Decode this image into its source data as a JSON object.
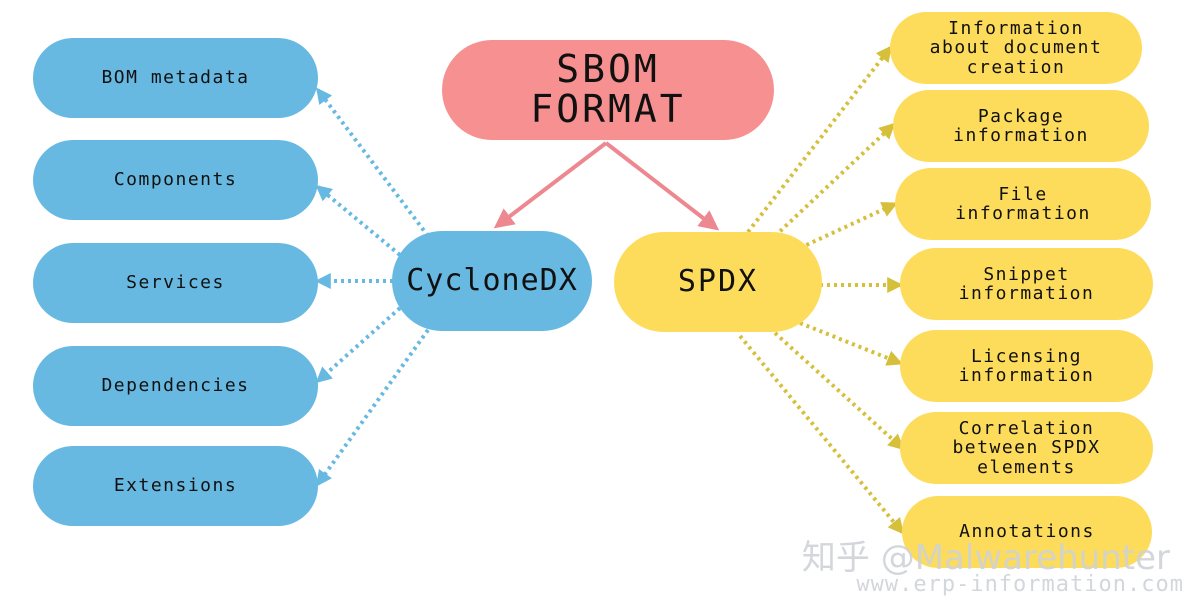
{
  "title": "SBOM\nFORMAT",
  "formats": [
    {
      "label": "CycloneDX",
      "color": "#67b9e2",
      "link_color": "#67b9e2",
      "elements": [
        "BOM metadata",
        "Components",
        "Services",
        "Dependencies",
        "Extensions"
      ]
    },
    {
      "label": "SPDX",
      "color": "#fddc5c",
      "link_color": "#d6bf3a",
      "elements": [
        "Information\nabout document\ncreation",
        "Package\ninformation",
        "File\ninformation",
        "Snippet\ninformation",
        "Licensing\ninformation",
        "Correlation\nbetween SPDX\nelements",
        "Annotations"
      ]
    }
  ],
  "colors": {
    "title_fill": "#f79191",
    "title_arrows": "#ee8890"
  },
  "watermark": {
    "handle": "知乎 @Malwarehunter",
    "url": "www.erp-information.com"
  }
}
